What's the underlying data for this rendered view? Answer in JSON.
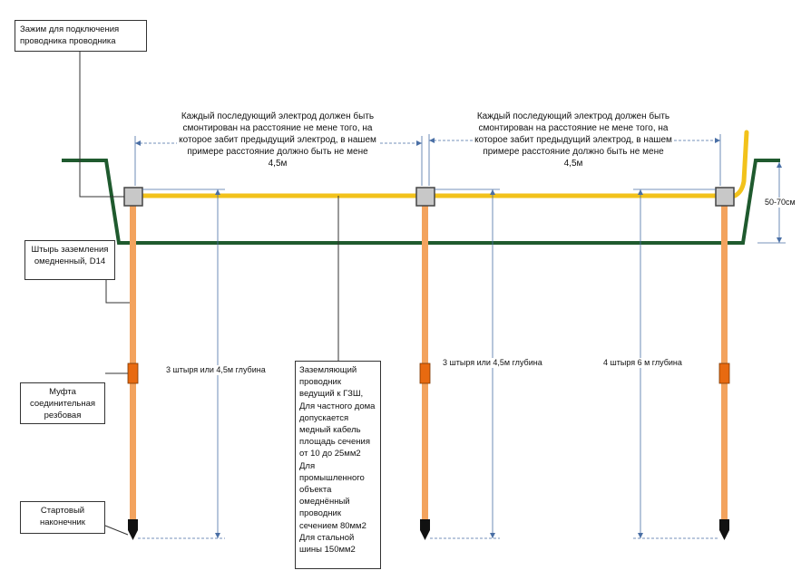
{
  "labels": {
    "clamp": "Зажим для подключения проводника проводника",
    "rod": "Штырь заземления омедненный, D14",
    "coupling": "Муфта соединительная резбовая",
    "tip": "Стартовый наконечник",
    "conductor": "Заземляющий проводник ведущий к ГЗШ, Для частного дома допускается медный кабель площадь сечения от 10 до 25мм2 Для промышленного объекта омеднённый проводник сечением 80мм2 Для стальной шины 150мм2"
  },
  "spacing_note": "Каждый последующий электрод должен быть смонтирован на расстояние не мене того, на которое забит предыдущий электрод, в нашем примере расстояние должно быть не мене 4,5м",
  "depth_labels": {
    "rod1": "3 штыря или 4,5м глубина",
    "rod2": "3 штыря или 4,5м глубина",
    "rod3": "4 штыря 6 м глубина"
  },
  "trench_depth": "50-70см",
  "colors": {
    "ground": "#1f5a2e",
    "conductor": "#f2c21b",
    "rod": "#f3a35e",
    "coupling": "#e86a10",
    "clamp": "#c8c8c8",
    "dimension": "#4a6fa5",
    "leader": "#333333"
  }
}
